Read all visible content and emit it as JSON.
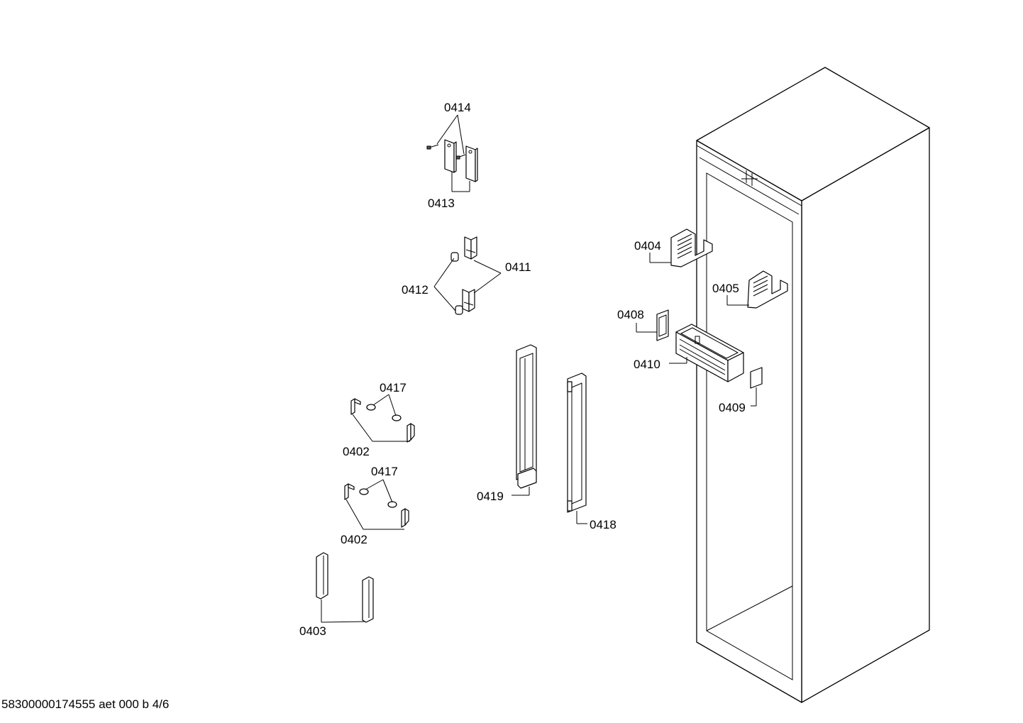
{
  "labels": {
    "p0414": "0414",
    "p0413": "0413",
    "p0411": "0411",
    "p0412": "0412",
    "p0404": "0404",
    "p0405": "0405",
    "p0408": "0408",
    "p0410": "0410",
    "p0409": "0409",
    "p0417a": "0417",
    "p0402a": "0402",
    "p0417b": "0417",
    "p0402b": "0402",
    "p0419": "0419",
    "p0418": "0418",
    "p0403": "0403"
  },
  "footer": "58300000174555 aet 000 b 4/6"
}
